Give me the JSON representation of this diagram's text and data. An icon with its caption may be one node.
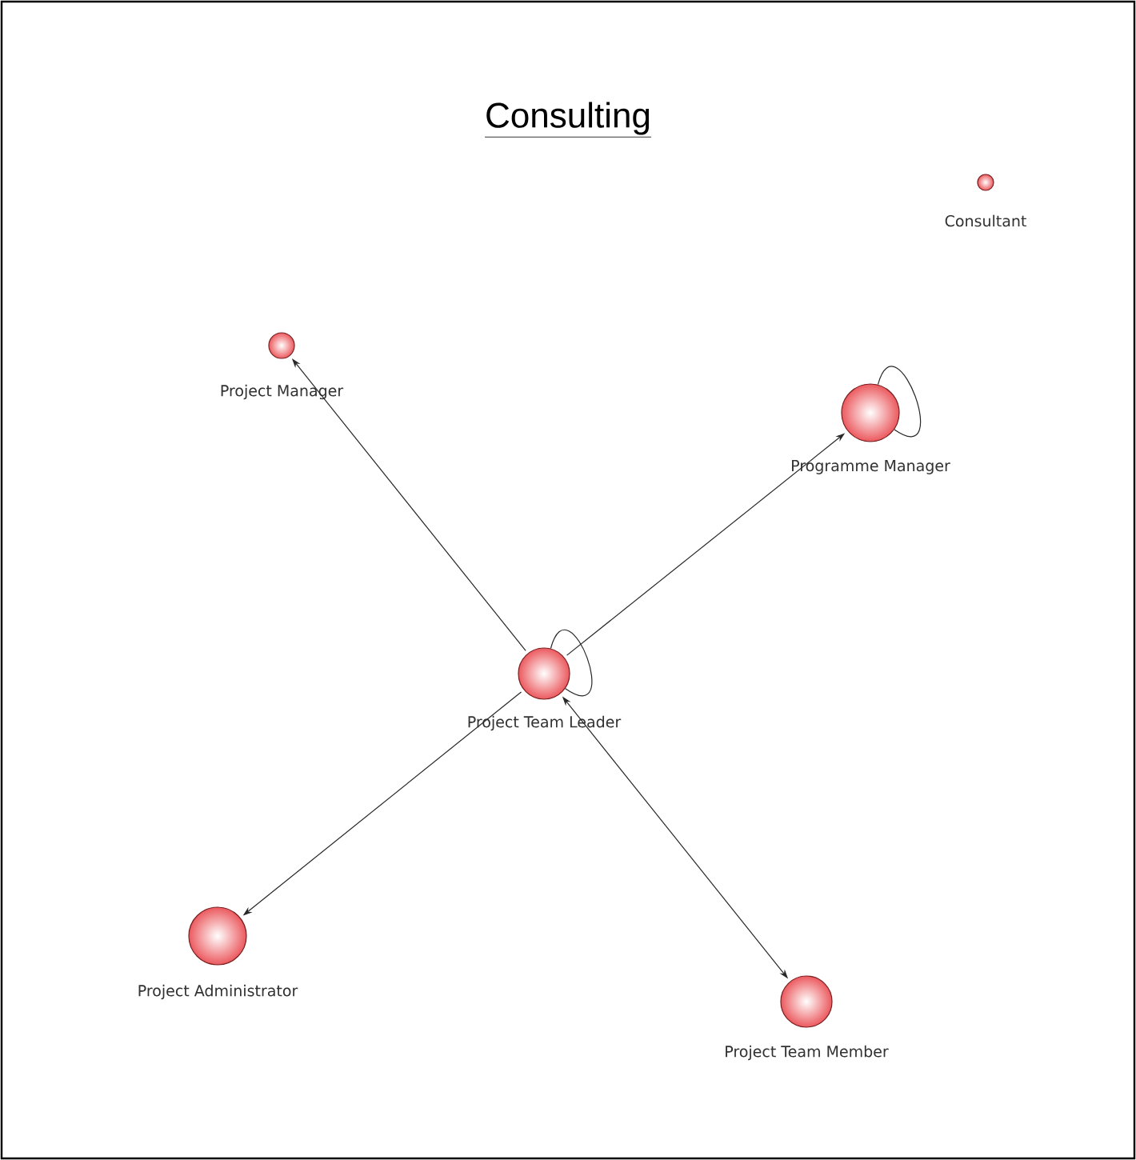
{
  "diagram": {
    "title": "Consulting",
    "nodes": [
      {
        "text": [
          "Consultant"
        ]
      },
      {
        "text": [
          "Project Manager"
        ]
      },
      {
        "text": [
          "Programme Manager"
        ]
      },
      {
        "text": [
          "Project Team Leader"
        ]
      },
      {
        "text": [
          "Project Administrator"
        ]
      },
      {
        "text": [
          "Project Team Member"
        ]
      }
    ],
    "edges": [
      {
        "from": 3,
        "to": 1,
        "arrow": "to"
      },
      {
        "from": 2,
        "to": 2,
        "arrow": "none"
      },
      {
        "from": 3,
        "to": 2,
        "arrow": "to"
      },
      {
        "from": 3,
        "to": 3,
        "arrow": "none"
      },
      {
        "from": 3,
        "to": 4,
        "arrow": "to"
      },
      {
        "from": 3,
        "to": 5,
        "arrow": "both"
      }
    ]
  }
}
